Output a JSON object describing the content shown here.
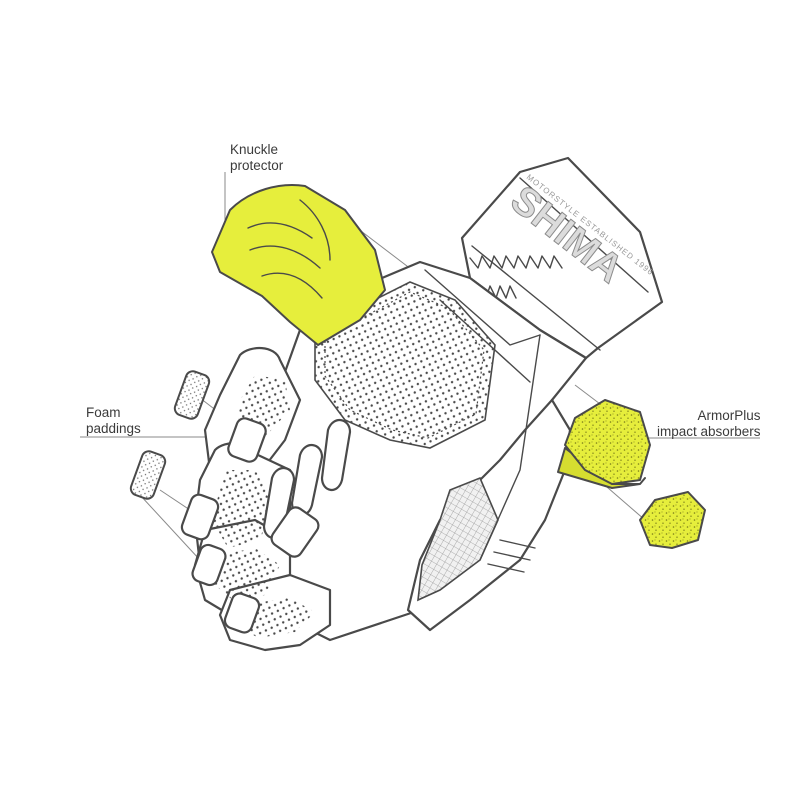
{
  "brand": {
    "name": "SHIMA",
    "tagline": "MOTORSTYLE ESTABLISHED 1996"
  },
  "labels": {
    "knuckle": [
      "Knuckle",
      "protector"
    ],
    "foam": [
      "Foam",
      "paddings"
    ],
    "armor": [
      "ArmorPlus",
      "impact absorbers"
    ]
  },
  "colors": {
    "pad_fill": "#e6ee3c",
    "outline": "#4a4a4a",
    "text": "#3b3b3b"
  },
  "icons": {
    "glove": "glove-illustration",
    "perforation": "dot-pattern",
    "foam_texture": "speckle-pattern"
  }
}
